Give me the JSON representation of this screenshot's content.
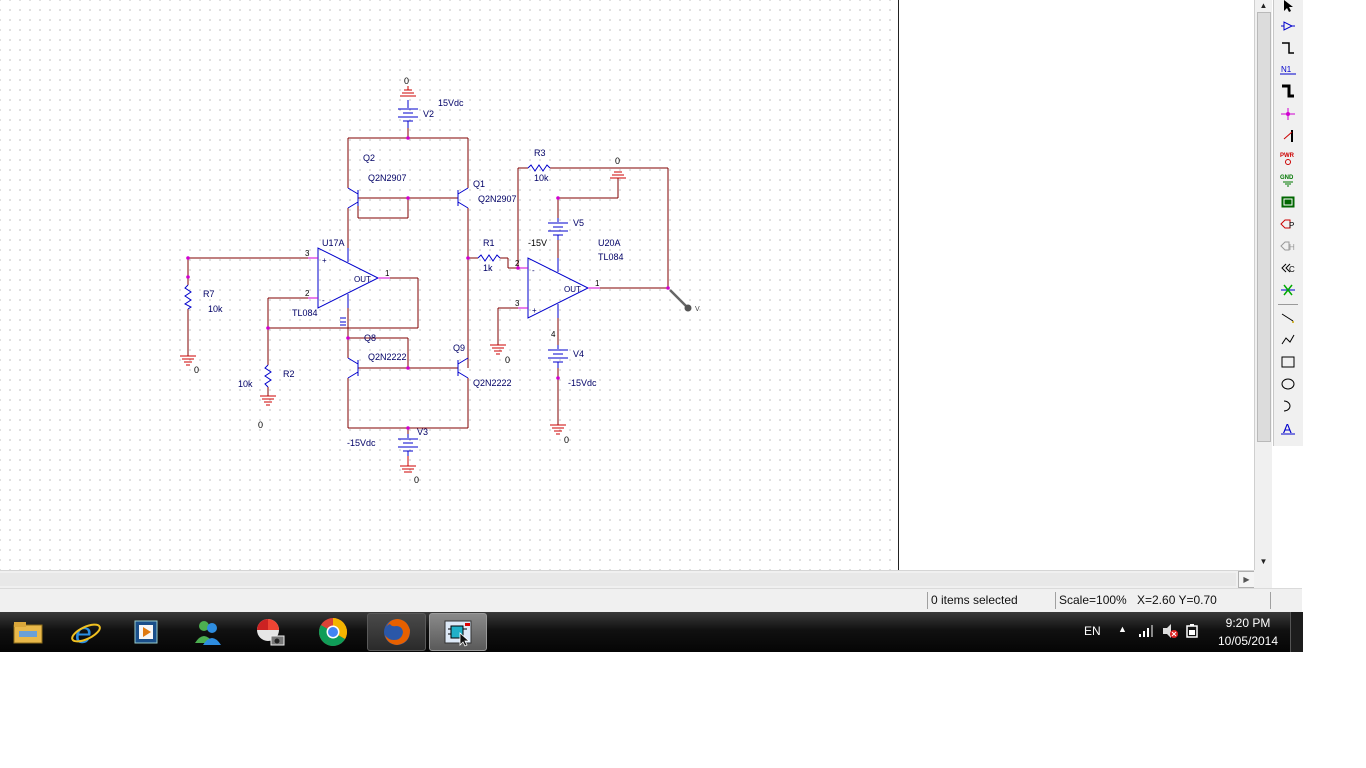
{
  "schematic": {
    "labels": {
      "v2_gnd_node": "0",
      "v2_value": "15Vdc",
      "v2_name": "V2",
      "q2_name": "Q2",
      "q2_model": "Q2N2907",
      "q1_name": "Q1",
      "q1_model": "Q2N2907",
      "u17_name": "U17A",
      "u17_model": "TL084",
      "u17_pin3": "3",
      "u17_pin2": "2",
      "u17_pin1": "1",
      "u17_out": "OUT",
      "r7_name": "R7",
      "r7_value": "10k",
      "r7_gnd": "0",
      "r2_name": "R2",
      "r2_value": "10k",
      "r2_gnd": "0",
      "q8_name": "Q8",
      "q8_model": "Q2N2222",
      "q9_name": "Q9",
      "q9_model": "Q2N2222",
      "v3_name": "V3",
      "v3_value": "-15Vdc",
      "v3_gnd": "0",
      "r1_name": "R1",
      "r1_value": "1k",
      "r3_name": "R3",
      "r3_value": "10k",
      "v5_gnd_node": "0",
      "v5_name": "V5",
      "v5_value": "-15V",
      "u20_name": "U20A",
      "u20_model": "TL084",
      "u20_pin2": "2",
      "u20_pin3": "3",
      "u20_pin1": "1",
      "u20_pin4": "4",
      "u20_out": "OUT",
      "u20_gnd": "0",
      "v4_name": "V4",
      "v4_value": "-15Vdc",
      "v4_gnd": "0",
      "probe": "V"
    }
  },
  "toolbar": {
    "tools": [
      "select-tool",
      "part-tool",
      "wire-tool",
      "net-alias-tool",
      "bus-tool",
      "junction-tool",
      "bus-entry-tool",
      "power-tool",
      "ground-tool",
      "hierarchical-block-tool",
      "port-tool",
      "pin-tool",
      "off-page-connector-tool",
      "no-connect-tool",
      "line-tool",
      "polyline-tool",
      "rectangle-tool",
      "ellipse-tool",
      "arc-tool",
      "text-tool"
    ],
    "net_alias_label": "N1",
    "power_label": "PWR",
    "ground_label": "GND",
    "port_label": "P",
    "pin_label": "H",
    "offpage_label": "C"
  },
  "status": {
    "selection": "0 items selected",
    "scale": "Scale=100%",
    "coords": "X=2.60  Y=0.70"
  },
  "taskbar": {
    "apps": [
      "file-explorer",
      "internet-explorer",
      "media-player",
      "windows-live-messenger",
      "photo-app",
      "chrome",
      "firefox",
      "orcad-capture"
    ],
    "lang": "EN",
    "time": "9:20 PM",
    "date": "10/05/2014"
  },
  "colors": {
    "wire": "#800000",
    "part": "#0000cc",
    "pin": "#d000d0",
    "ground": "#cc0000"
  }
}
